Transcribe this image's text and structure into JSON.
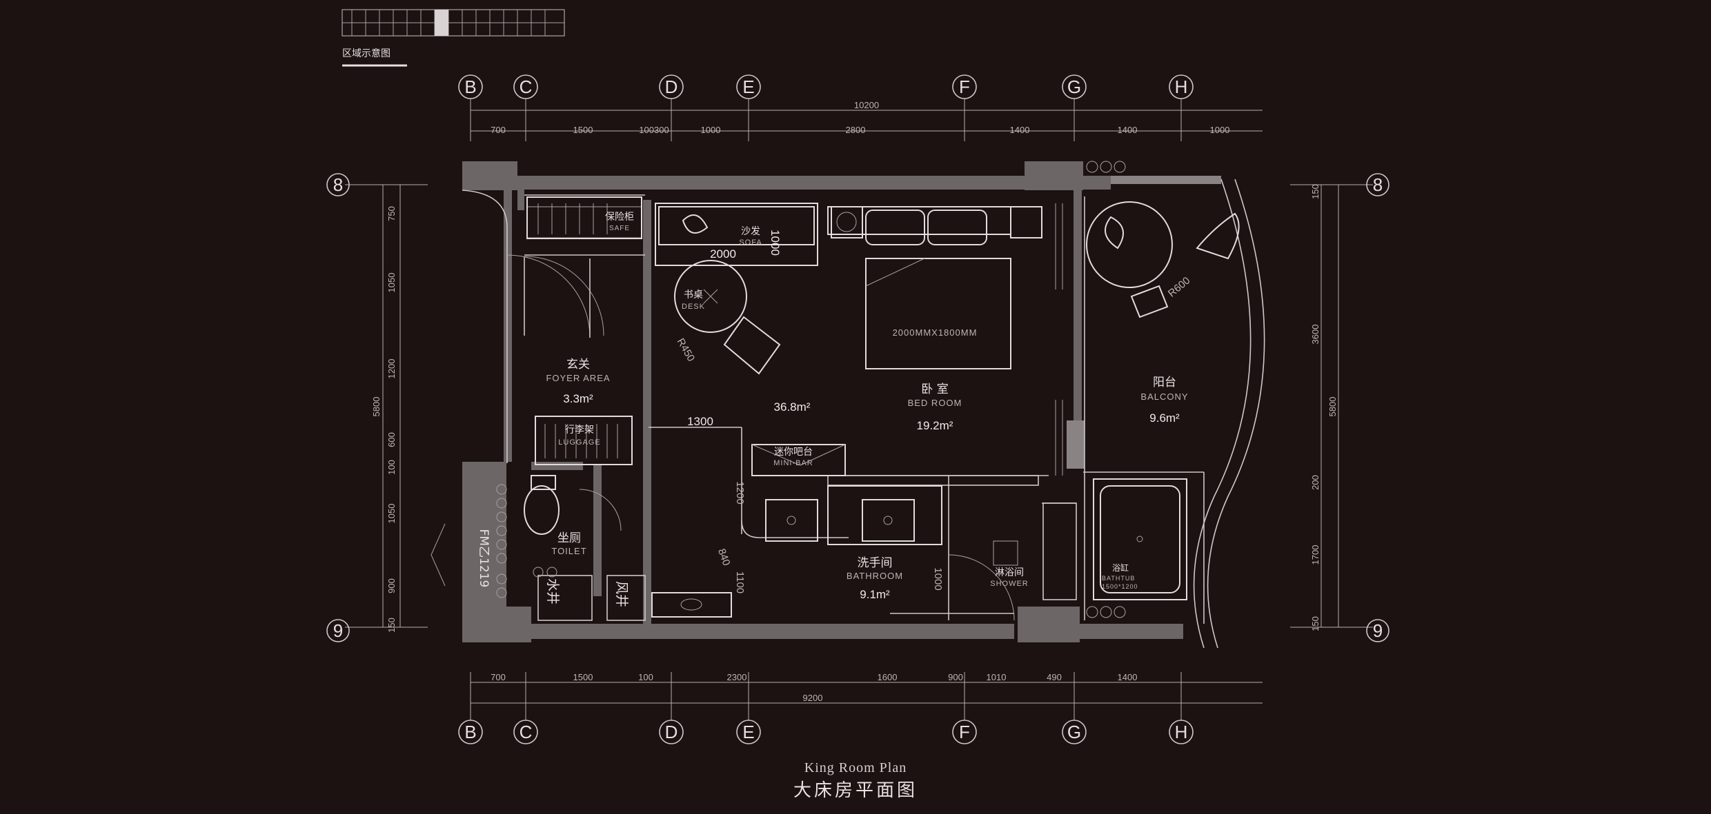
{
  "inset": {
    "caption": "区域示意图"
  },
  "axes": {
    "top_letters": [
      "B",
      "C",
      "D",
      "E",
      "F",
      "G",
      "H"
    ],
    "bottom_letters": [
      "B",
      "C",
      "D",
      "E",
      "F",
      "G",
      "H"
    ],
    "left_numbers": [
      "8",
      "9"
    ],
    "right_numbers": [
      "8",
      "9"
    ]
  },
  "dimensions": {
    "top_total": "10200",
    "top": [
      "700",
      "1500",
      "100300",
      "1000",
      "2800",
      "1400",
      "1400",
      "1000"
    ],
    "bottom_total": "9200",
    "bottom": [
      "700",
      "1500",
      "100",
      "2300",
      "1600",
      "900",
      "1010",
      "490",
      "1400"
    ],
    "left": [
      "750",
      "1050",
      "1200",
      "600",
      "100",
      "1050",
      "900",
      "150"
    ],
    "left_total": "5800",
    "right": [
      "150",
      "3600",
      "200",
      "1700",
      "150"
    ],
    "right_total": "5800"
  },
  "rooms": {
    "foyer": {
      "cn": "玄关",
      "en": "FOYER  AREA",
      "area": "3.3m²"
    },
    "bedroom": {
      "cn": "卧 室",
      "en": "BED ROOM",
      "area": "19.2m²"
    },
    "balcony": {
      "cn": "阳台",
      "en": "BALCONY",
      "area": "9.6m²"
    },
    "bathroom": {
      "cn": "洗手间",
      "en": "BATHROOM",
      "area": "9.1m²"
    },
    "total_area": "36.8m²"
  },
  "labels": {
    "safe": "保险柜",
    "safe_en": "SAFE",
    "sofa_cn": "沙发",
    "sofa_en": "SOFA",
    "desk_cn": "书桌",
    "desk_en": "DESK",
    "bed_size": "2000MMX1800MM",
    "luggage_cn": "行李架",
    "luggage_en": "LUGGAGE",
    "minibar_cn": "迷你吧台",
    "minibar_en": "MINI-BAR",
    "toilet_cn": "坐厕",
    "toilet_en": "TOILET",
    "shower_cn": "淋浴间",
    "shower_en": "SHOWER",
    "bathtub_cn": "浴缸",
    "bathtub_en": "BATHTUB",
    "bathtub_size": "1500*1200",
    "water_shaft": "水井",
    "wind_shaft": "风井",
    "door_code": "FM乙1219",
    "sofa_dim_w": "2000",
    "sofa_dim_h": "1000",
    "r450": "R450",
    "r600": "R600",
    "d1300": "1300",
    "d1200": "1200",
    "d840": "840",
    "d1100": "1100",
    "d1000b": "1000"
  },
  "title": {
    "en": "King Room Plan",
    "cn": "大床房平面图"
  },
  "colors": {
    "background": "#1c1212",
    "wall": "#6d6666",
    "line": "#cfc8c8"
  }
}
